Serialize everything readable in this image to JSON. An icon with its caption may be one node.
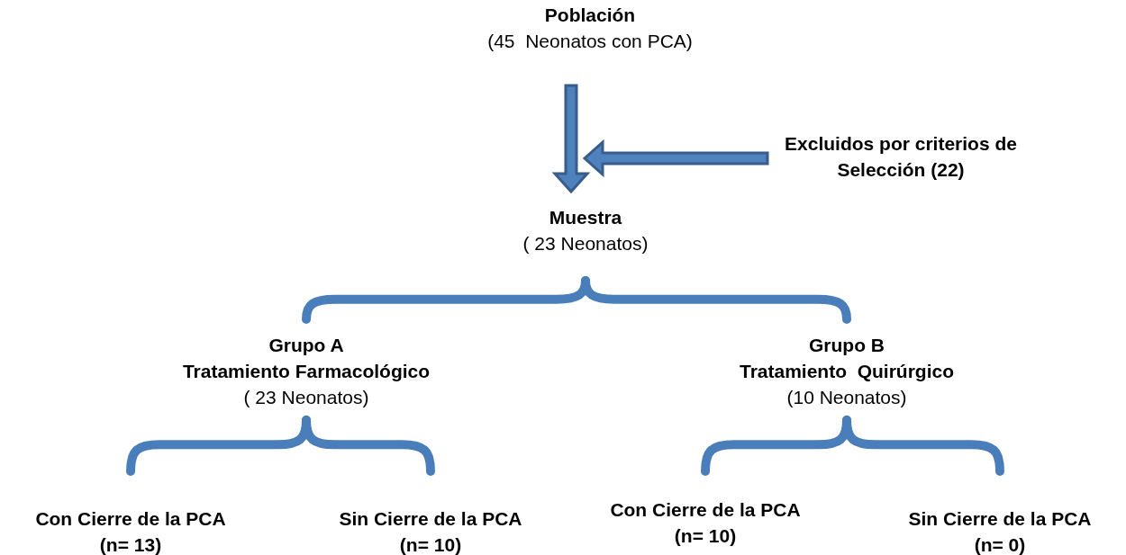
{
  "diagram": {
    "nodes": [
      {
        "text": [
          "Población",
          "(45  Neonatos con PCA)"
        ]
      },
      {
        "text": [
          "Excluidos por criterios de Selección (22)"
        ]
      },
      {
        "text": [
          "Muestra",
          "( 23 Neonatos)"
        ]
      },
      {
        "text": [
          "Grupo A",
          "Tratamiento Farmacológico",
          "( 23 Neonatos)"
        ]
      },
      {
        "text": [
          "Grupo B",
          "Tratamiento  Quirúrgico",
          "(10 Neonatos)"
        ]
      },
      {
        "text": [
          "Con Cierre de la PCA",
          "(n= 13)"
        ]
      },
      {
        "text": [
          "Sin Cierre de la PCA",
          "(n= 10)"
        ]
      },
      {
        "text": [
          "Con Cierre de la PCA",
          "(n= 10)"
        ]
      },
      {
        "text": [
          "Sin Cierre de la PCA",
          "(n= 0)"
        ]
      }
    ],
    "edges": [
      {
        "from": 0,
        "to": 2,
        "arrow": "to",
        "style": "thick"
      },
      {
        "from": 1,
        "to": null,
        "arrow": "to",
        "style": "thick"
      },
      {
        "from": 2,
        "to": 3,
        "arrow": "none"
      },
      {
        "from": 2,
        "to": 4,
        "arrow": "none"
      },
      {
        "from": 3,
        "to": 5,
        "arrow": "none"
      },
      {
        "from": 3,
        "to": 6,
        "arrow": "none"
      },
      {
        "from": 4,
        "to": 7,
        "arrow": "none"
      },
      {
        "from": 4,
        "to": 8,
        "arrow": "none"
      }
    ]
  }
}
